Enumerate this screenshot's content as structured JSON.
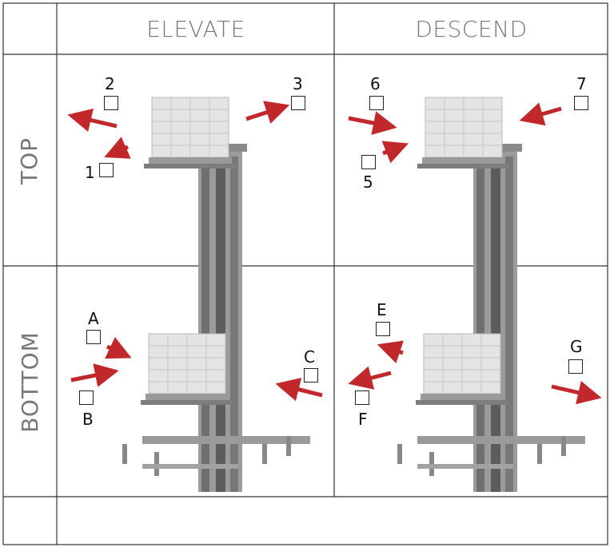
{
  "columns": {
    "elevate": "ELEVATE",
    "descend": "DESCEND"
  },
  "rows": {
    "top": "TOP",
    "bottom": "BOTTOM"
  },
  "options": {
    "elevate_top": [
      "1",
      "2",
      "3"
    ],
    "descend_top": [
      "5",
      "6",
      "7"
    ],
    "elevate_bottom": [
      "A",
      "B",
      "C"
    ],
    "descend_bottom": [
      "E",
      "F",
      "G"
    ]
  },
  "colors": {
    "arrow": "#c0282b",
    "frame": "#8e8e8e",
    "grid_line": "#333333",
    "header_text": "#777777"
  }
}
